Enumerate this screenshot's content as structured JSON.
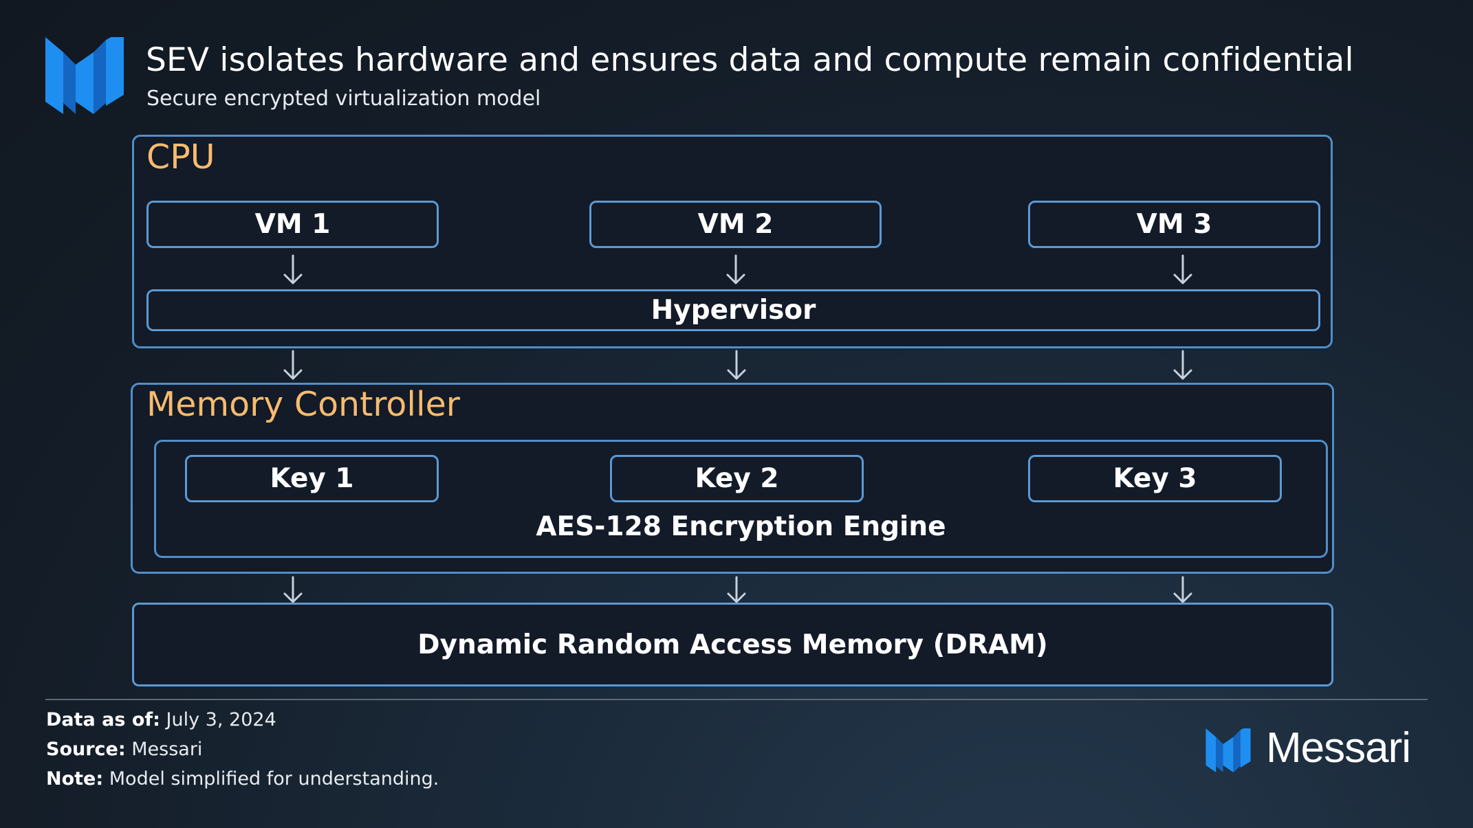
{
  "header": {
    "title": "SEV isolates hardware and ensures data and compute remain confidential",
    "subtitle": "Secure encrypted virtualization model",
    "logo_icon": "messari-logo-icon"
  },
  "diagram": {
    "cpu": {
      "label": "CPU",
      "vms": [
        "VM 1",
        "VM 2",
        "VM 3"
      ],
      "hypervisor": "Hypervisor"
    },
    "memory_controller": {
      "label": "Memory Controller",
      "keys": [
        "Key 1",
        "Key 2",
        "Key 3"
      ],
      "engine": "AES-128 Encryption Engine"
    },
    "dram": "Dynamic Random Access Memory (DRAM)"
  },
  "footer": {
    "data_as_of_label": "Data as of:",
    "data_as_of_value": "July 3, 2024",
    "source_label": "Source:",
    "source_value": "Messari",
    "note_label": "Note:",
    "note_value": "Model simplified for understanding.",
    "brand": "Messari"
  },
  "colors": {
    "section_label": "#f7bb6e",
    "border": "#4f8fc9",
    "logo_blue": "#1e8ff0",
    "box_fill": "#131a28"
  }
}
